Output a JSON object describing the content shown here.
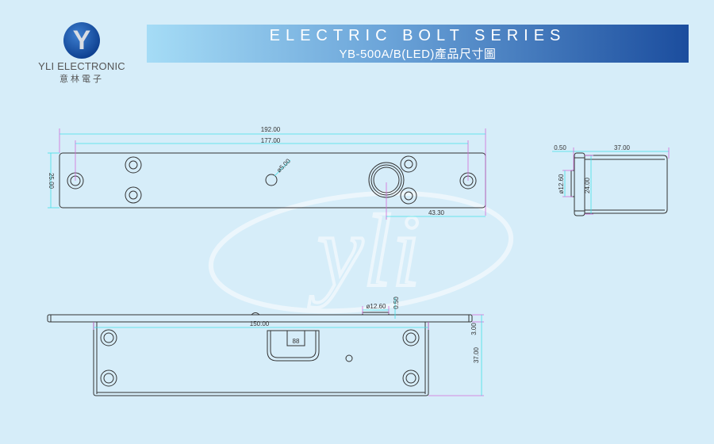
{
  "logo": {
    "mark": "Y",
    "name": "YLI ELECTRONIC",
    "name_cn": "意林電子"
  },
  "banner": {
    "title": "ELECTRIC BOLT SERIES",
    "subtitle": "YB-500A/B(LED)產品尺寸圖"
  },
  "watermark": "yli",
  "top_view": {
    "overall_length": "192.00",
    "hole_spacing": "177.00",
    "width": "25.00",
    "small_hole": "ø5.00",
    "bolt_offset": "43.30"
  },
  "side_view": {
    "flange": "0.50",
    "depth": "37.00",
    "bolt_diameter": "ø12.60",
    "height": "24.00"
  },
  "bottom_view": {
    "body_length": "150.00",
    "bolt_diameter": "ø12.60",
    "protrusion": "0.50",
    "plate_thickness": "3.00",
    "depth": "37.00",
    "connector_label": "88"
  }
}
